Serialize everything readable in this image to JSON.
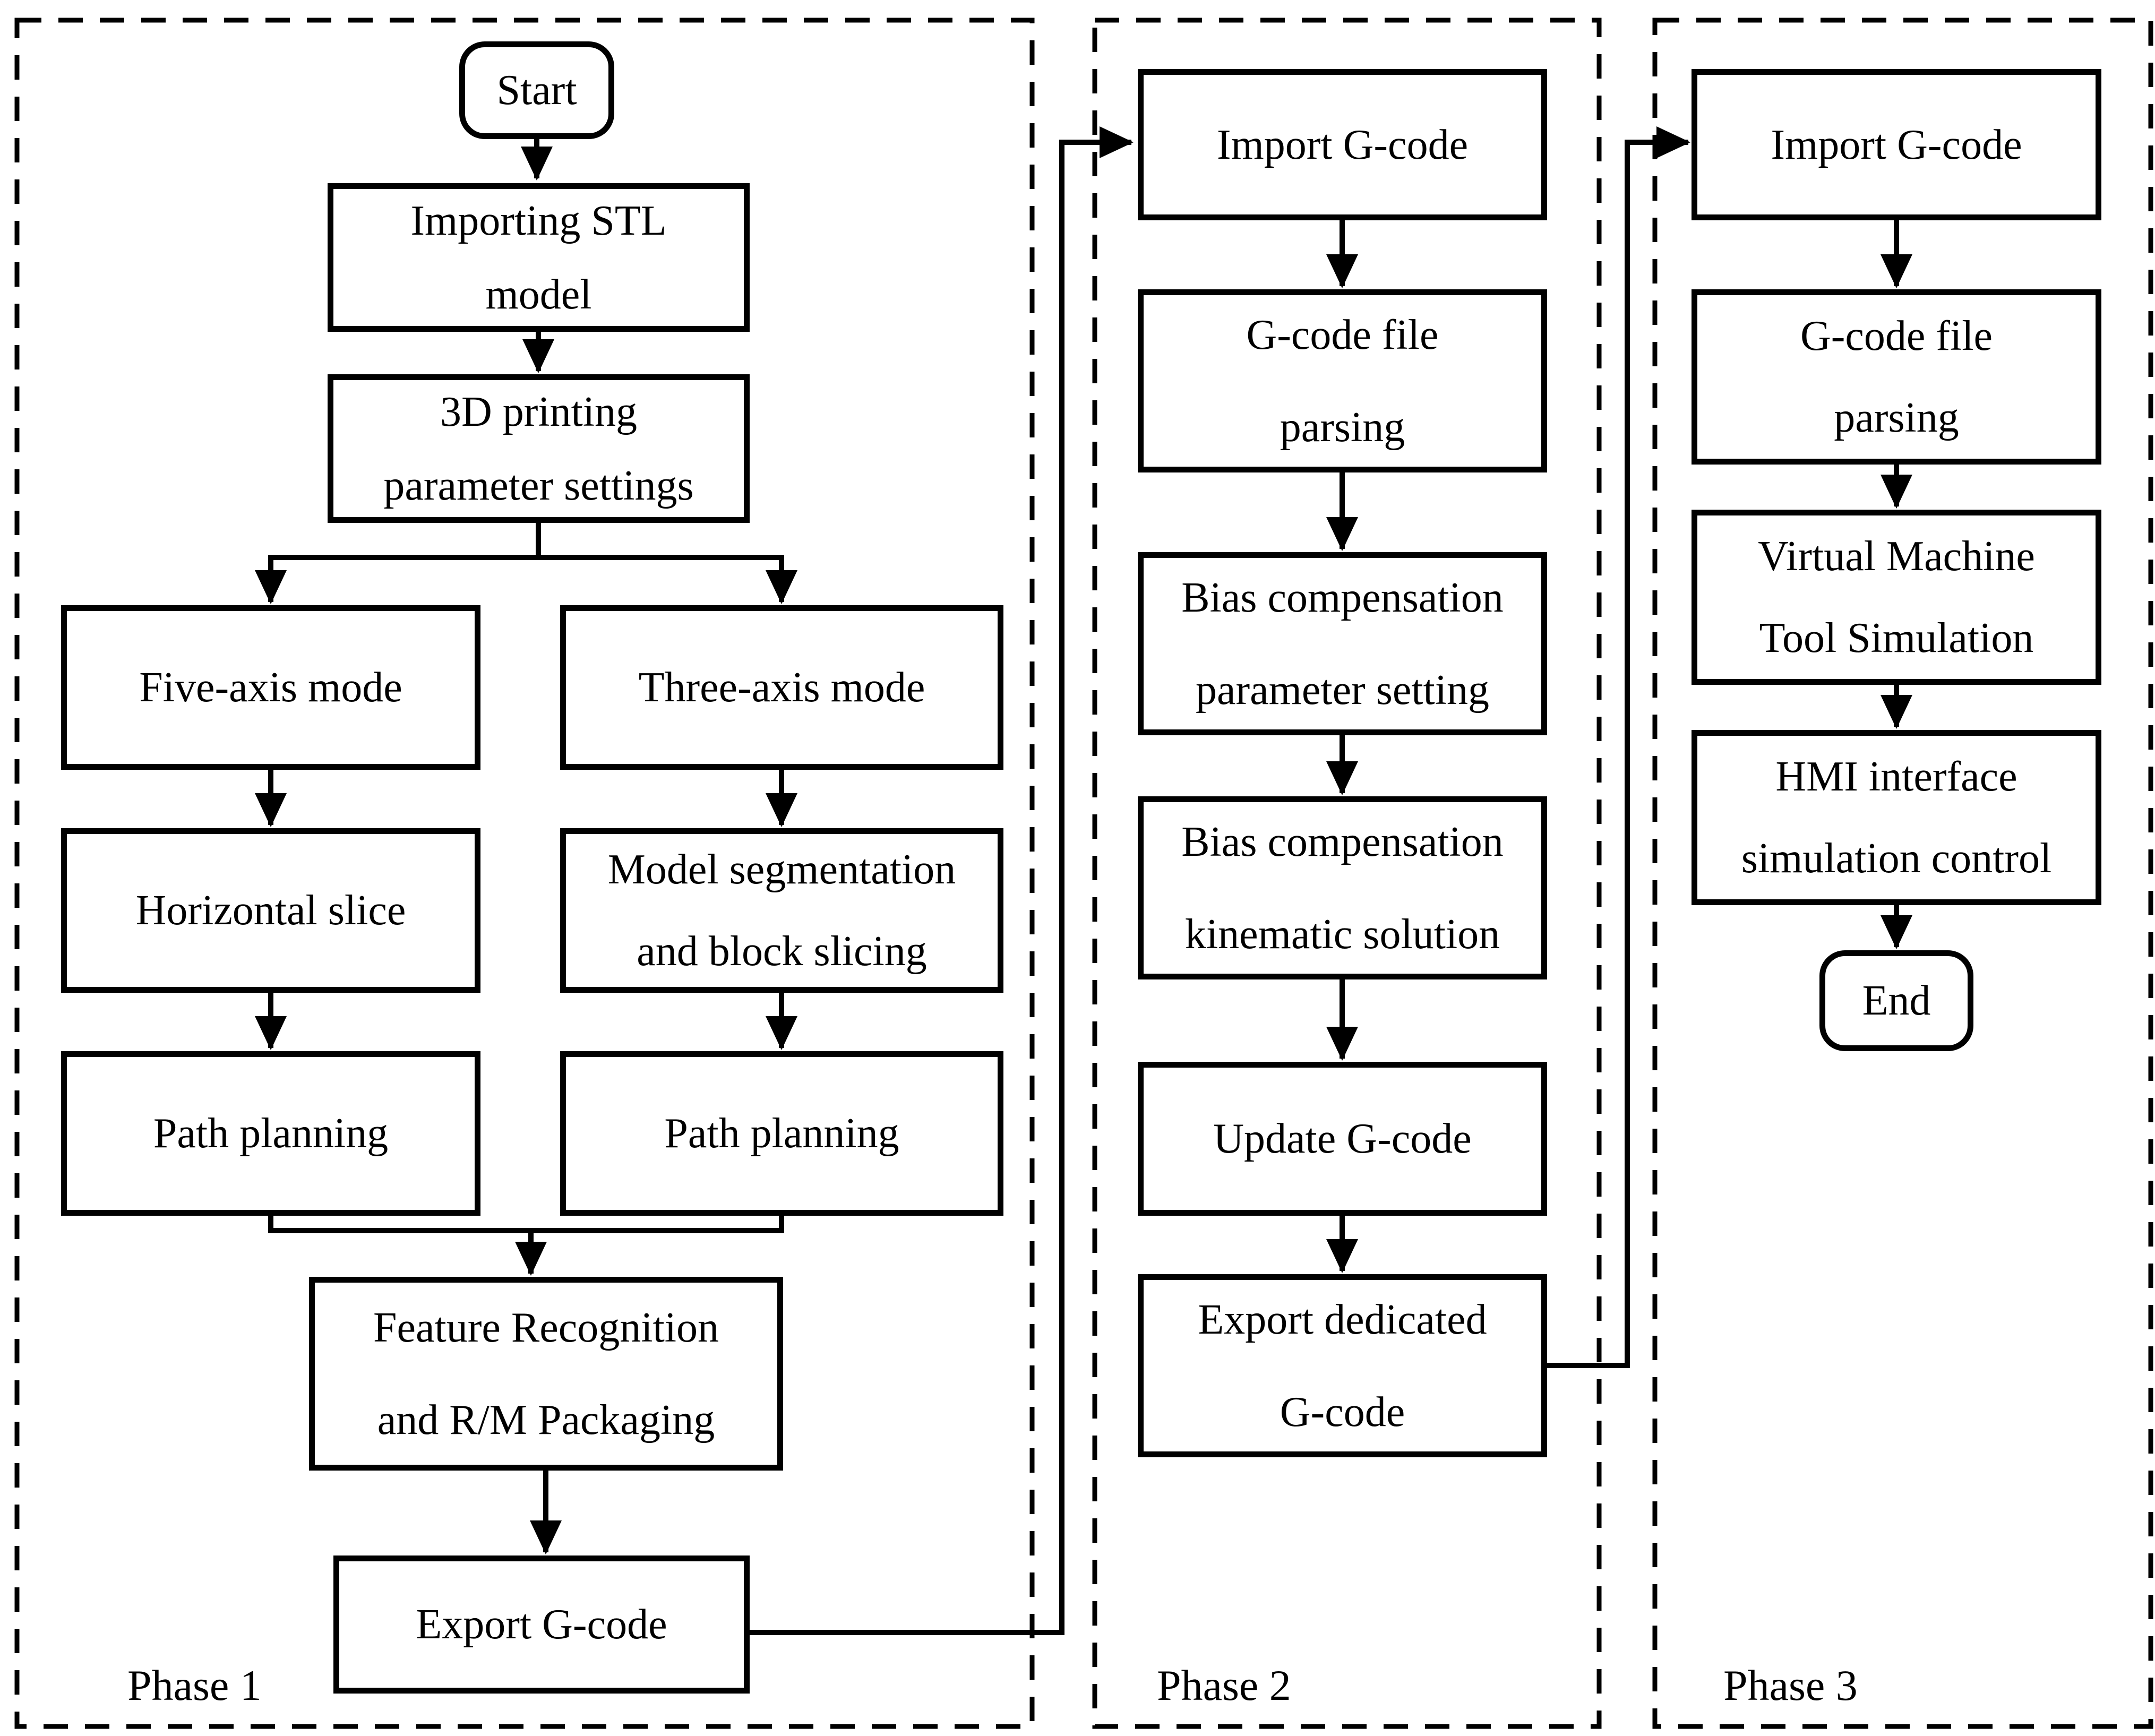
{
  "phase1": {
    "label": "Phase 1",
    "start": "Start",
    "importing_stl": [
      "Importing STL",
      "model"
    ],
    "printing_params": [
      "3D printing",
      "parameter settings"
    ],
    "five_axis_mode": "Five-axis mode",
    "three_axis_mode": "Three-axis mode",
    "horizontal_slice": "Horizontal slice",
    "model_segmentation": [
      "Model segmentation",
      "and block slicing"
    ],
    "path_planning_five": "Path planning",
    "path_planning_three": "Path planning",
    "feature_recognition": [
      "Feature Recognition",
      "and R/M Packaging"
    ],
    "export_gcode": "Export G-code"
  },
  "phase2": {
    "label": "Phase 2",
    "import_gcode": "Import G-code",
    "gcode_parsing": [
      "G-code file",
      "parsing"
    ],
    "bias_parameter": [
      "Bias compensation",
      "parameter setting"
    ],
    "bias_kinematic": [
      "Bias compensation",
      "kinematic solution"
    ],
    "update_gcode": "Update G-code",
    "export_dedicated": [
      "Export dedicated",
      "G-code"
    ]
  },
  "phase3": {
    "label": "Phase 3",
    "import_gcode": "Import G-code",
    "gcode_parsing": [
      "G-code file",
      "parsing"
    ],
    "virtual_machine": [
      "Virtual Machine",
      "Tool Simulation"
    ],
    "hmi_control": [
      "HMI interface",
      "simulation control"
    ],
    "end": "End"
  },
  "colors": {
    "ink": "#000000",
    "background": "#ffffff"
  }
}
